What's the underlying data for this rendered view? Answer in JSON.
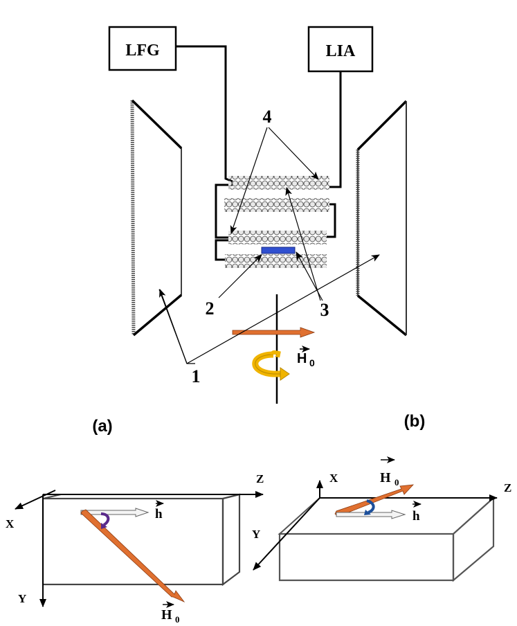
{
  "instruments": {
    "left_label": "LFG",
    "right_label": "LIA"
  },
  "callouts": {
    "n1": "1",
    "n2": "2",
    "n3": "3",
    "n4": "4"
  },
  "field_label_main": "H",
  "field_subscript": "0",
  "panel_labels": {
    "a": "(a)",
    "b": "(b)"
  },
  "panel_a": {
    "axis_x": "X",
    "axis_y": "Y",
    "axis_z": "Z",
    "h_label": "h",
    "H_label": "H",
    "H_sub": "0"
  },
  "panel_b": {
    "axis_x": "X",
    "axis_y": "Y",
    "axis_z": "Z",
    "h_label": "h",
    "H_label": "H",
    "H_sub": "0"
  },
  "colors": {
    "arrow_orange": "#e07030",
    "rotation_yellow": "#f0b400",
    "sample_blue": "#3050d0",
    "rotation_purple": "#5a2a8a",
    "rotation_blue": "#1c4f9a"
  }
}
